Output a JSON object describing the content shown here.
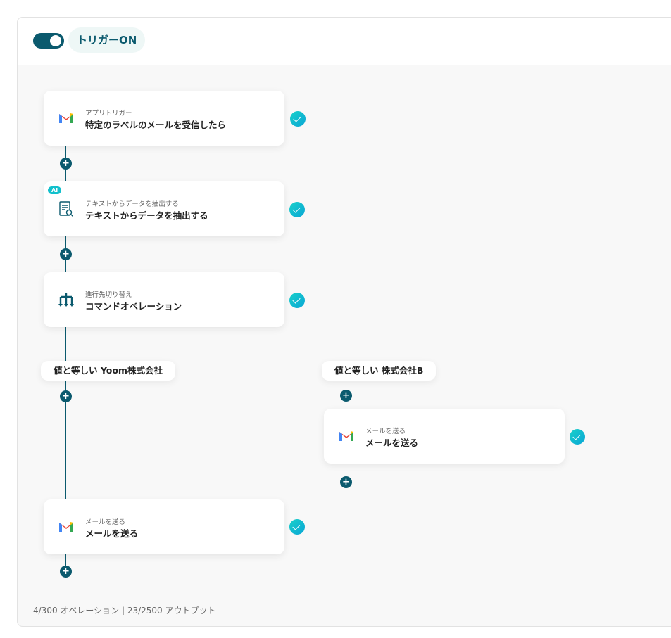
{
  "header": {
    "toggle_state": "on",
    "trigger_label": "トリガーON"
  },
  "steps": [
    {
      "icon": "gmail-icon",
      "sub": "アプリトリガー",
      "title": "特定のラベルのメールを受信したら",
      "status": "complete"
    },
    {
      "icon": "document-search-icon",
      "badge": "AI",
      "sub": "テキストからデータを抽出する",
      "title": "テキストからデータを抽出する",
      "status": "complete"
    },
    {
      "icon": "branch-icon",
      "sub": "進行先切り替え",
      "title": "コマンドオペレーション",
      "status": "complete"
    }
  ],
  "branches": [
    {
      "label": "値と等しい Yoom株式会社",
      "step": {
        "icon": "gmail-icon",
        "sub": "メールを送る",
        "title": "メールを送る",
        "status": "complete"
      }
    },
    {
      "label": "値と等しい 株式会社B",
      "step": {
        "icon": "gmail-icon",
        "sub": "メールを送る",
        "title": "メールを送る",
        "status": "complete"
      }
    }
  ],
  "add_symbol": "+",
  "footer": {
    "usage": "4/300 オペレーション | 23/2500 アウトプット"
  },
  "colors": {
    "primary": "#0b5a6e",
    "check": "#12c0cc"
  }
}
